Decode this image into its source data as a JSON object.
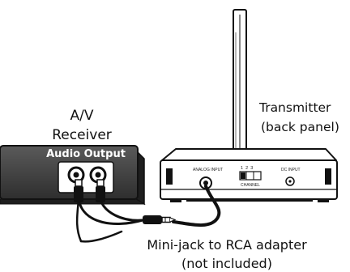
{
  "receiver": {
    "title_line1": "A/V",
    "title_line2": "Receiver",
    "panel_label": "Audio Output"
  },
  "transmitter": {
    "title_line1": "Transmitter",
    "title_line2": "(back panel)",
    "analog_input_label": "ANALOG INPUT",
    "channel_numbers": "1  2  3",
    "channel_label": "CHANNEL",
    "dc_input_label": "DC INPUT"
  },
  "adapter": {
    "label_line1": "Mini-jack to RCA adapter",
    "label_line2": "(not included)"
  },
  "colors": {
    "line": "#111111",
    "receiver_panel": "#444444",
    "device_fill": "#ffffff"
  }
}
